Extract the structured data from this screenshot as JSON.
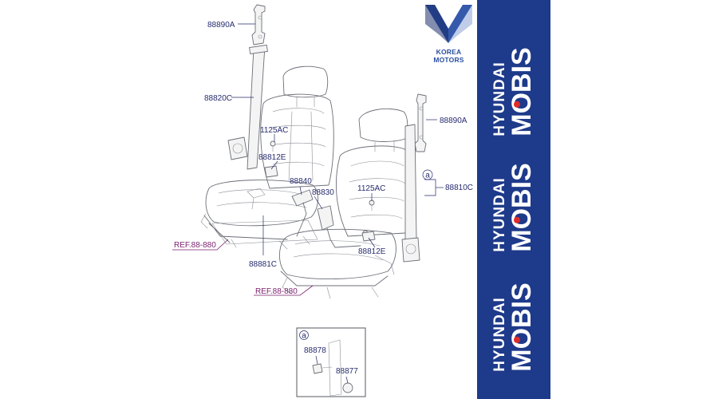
{
  "diagram": {
    "part_labels": {
      "upper_anchor_left": "88890A",
      "belt_left": "88820C",
      "bolt_left": "1125AC",
      "bracket_left": "88812E",
      "buckle_a": "88840",
      "buckle_b": "88830",
      "cover_left": "88881C",
      "ref_left": "REF.88-880",
      "upper_anchor_right": "88890A",
      "belt_right": "88810C",
      "bolt_right": "1125AC",
      "bracket_right": "88812E",
      "ref_right": "REF.88-880",
      "callout_marker": "a"
    },
    "inset": {
      "marker": "a",
      "part_bolt": "88878",
      "part_cap": "88877"
    }
  },
  "logo": {
    "caption": "KOREA MOTORS",
    "colors": {
      "light": "#2a4fa0",
      "dark": "#1b2f6e",
      "mid": "#4a6fc0"
    }
  },
  "brand": {
    "line1": "HYUNDAI",
    "line2": "MOBIS",
    "background": "#1e3a8a",
    "text_color": "#ffffff",
    "dot_color": "#e02b2b"
  }
}
